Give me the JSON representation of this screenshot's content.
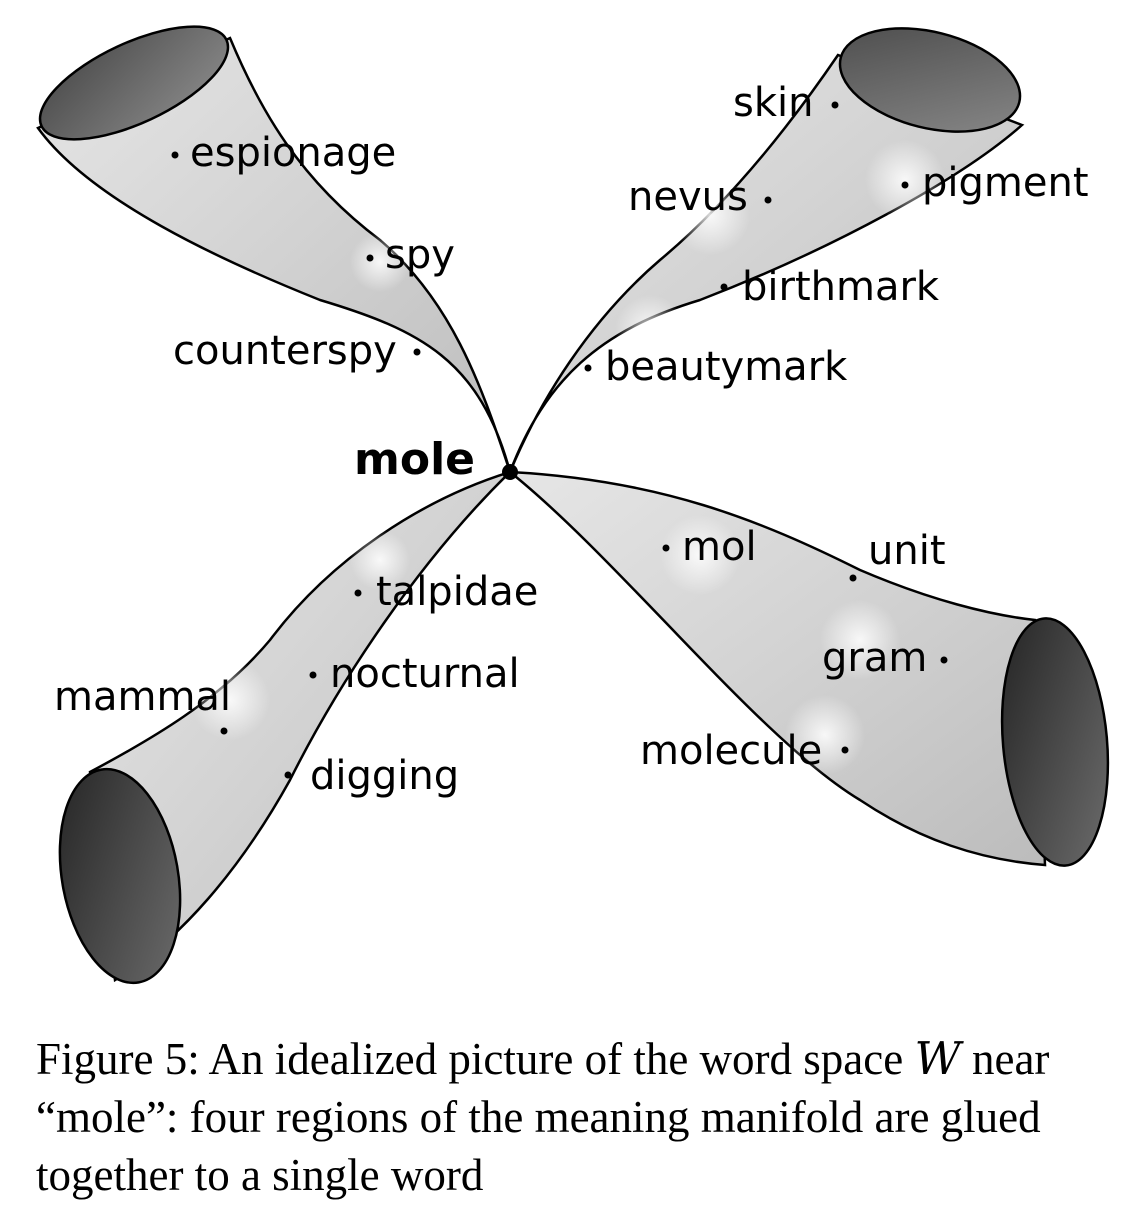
{
  "center_word": "mole",
  "regions": [
    {
      "id": "spy",
      "words": [
        "espionage",
        "spy",
        "counterspy"
      ]
    },
    {
      "id": "skin",
      "words": [
        "skin",
        "pigment",
        "nevus",
        "birthmark",
        "beautymark"
      ]
    },
    {
      "id": "animal",
      "words": [
        "talpidae",
        "nocturnal",
        "mammal",
        "digging"
      ]
    },
    {
      "id": "chemistry",
      "words": [
        "mol",
        "unit",
        "gram",
        "molecule"
      ]
    }
  ],
  "caption": {
    "prefix": "Figure 5:  An idealized picture of the word space ",
    "symbol": "W",
    "suffix": " near “mole”: four regions of the meaning manifold are glued together to a single word"
  }
}
